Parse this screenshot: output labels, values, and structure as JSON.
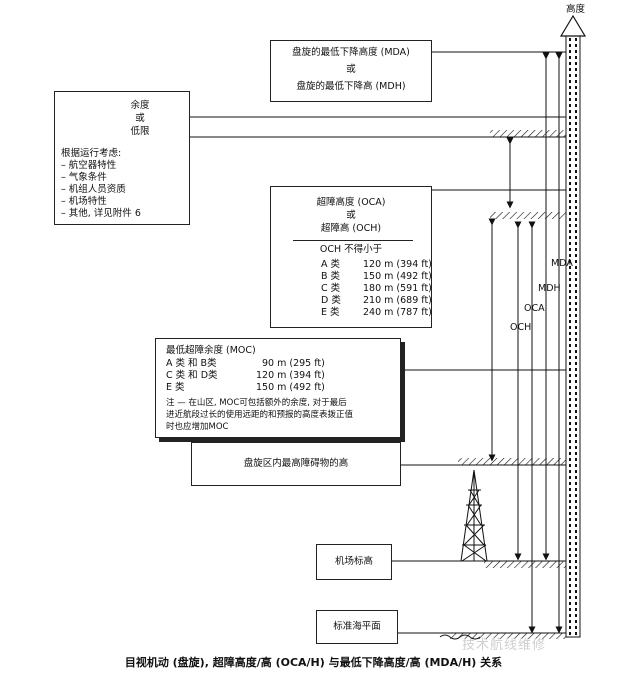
{
  "axis_label": "高度",
  "mda_box": {
    "line1": "盘旋的最低下降高度 (MDA)",
    "line2": "或",
    "line3": "盘旋的最低下降高  (MDH)"
  },
  "margin_box": {
    "line1": "余度",
    "line2": "或",
    "line3": "低限",
    "considerations_title": "根据运行考虑:",
    "considerations": [
      "– 航空器特性",
      "– 气象条件",
      "– 机组人员资质",
      "– 机场特性",
      "– 其他, 详见附件 6"
    ]
  },
  "oca_box": {
    "line1": "超障高度 (OCA)",
    "line2": "或",
    "line3": "超障高 (OCH)",
    "och_title": "OCH 不得小于",
    "rows": [
      {
        "cat": "A 类",
        "value": "120 m (394 ft)"
      },
      {
        "cat": "B 类",
        "value": "150 m (492 ft)"
      },
      {
        "cat": "C 类",
        "value": "180 m (591 ft)"
      },
      {
        "cat": "D 类",
        "value": "210 m (689 ft)"
      },
      {
        "cat": "E 类",
        "value": "240 m (787 ft)"
      }
    ]
  },
  "moc_box": {
    "title": "最低超障余度 (MOC)",
    "rows": [
      {
        "cat": "A 类 和 B类",
        "value": "90 m (295 ft)"
      },
      {
        "cat": "C 类 和 D类",
        "value": "120 m (394 ft)"
      },
      {
        "cat": "E 类",
        "value": "150 m (492 ft)"
      }
    ],
    "note1": "注 — 在山区, MOC可包括额外的余度, 对于最后",
    "note2": "进近航段过长的使用远距的和预报的高度表拨正值",
    "note3": "时也应增加MOC"
  },
  "obstacle_box": "盘旋区内最高障碍物的高",
  "airport_box": "机场标高",
  "msl_box": "标准海平面",
  "vertical_labels": {
    "och": "OCH",
    "oca": "OCA",
    "mdh": "MDH",
    "mda": "MDA"
  },
  "caption": "目视机动 (盘旋), 超障高度/高 (OCA/H) 与最低下降高度/高 (MDA/H) 关系",
  "watermark": "技术航线维修"
}
